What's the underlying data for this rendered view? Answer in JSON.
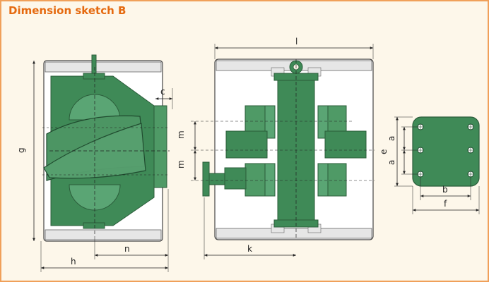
{
  "title": "Dimension sketch B",
  "colors": {
    "border": "#f0a05a",
    "background": "#fdf7ea",
    "title": "#e56a10",
    "machine_green": "#3f8a57",
    "machine_dark": "#2b5c3a",
    "frame_fill": "#ffffff",
    "dimension_line": "#222222"
  },
  "labels": {
    "g": "g",
    "h": "h",
    "n": "n",
    "c": "c",
    "l": "l",
    "k": "k",
    "m_top": "m",
    "m_bottom": "m",
    "e": "e",
    "a_top": "a",
    "a_bottom": "a",
    "b": "b",
    "f": "f"
  }
}
